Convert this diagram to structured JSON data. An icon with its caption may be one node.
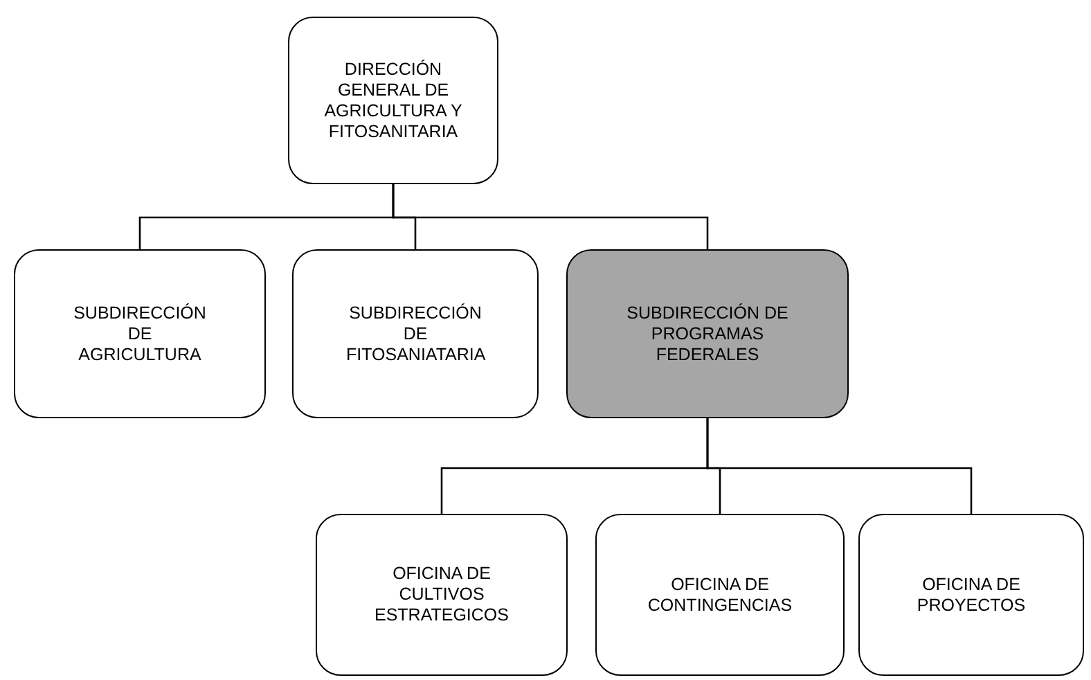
{
  "diagram": {
    "nodes": [
      {
        "text": [
          "DIRECCIÓN GENERAL DE AGRICULTURA Y FITOSANITARIA"
        ]
      },
      {
        "text": [
          "SUBDIRECCIÓN DE AGRICULTURA"
        ]
      },
      {
        "text": [
          "SUBDIRECCIÓN DE FITOSANIATARIA"
        ]
      },
      {
        "text": [
          "SUBDIRECCIÓN DE PROGRAMAS FEDERALES"
        ]
      },
      {
        "text": [
          "OFICINA DE CULTIVOS ESTRATEGICOS"
        ]
      },
      {
        "text": [
          "OFICINA DE CONTINGENCIAS"
        ]
      },
      {
        "text": [
          "OFICINA DE PROYECTOS"
        ]
      }
    ],
    "edges": [
      {
        "from": 0,
        "to": 1,
        "arrow": "none"
      },
      {
        "from": 0,
        "to": 2,
        "arrow": "none"
      },
      {
        "from": 0,
        "to": 3,
        "arrow": "none"
      },
      {
        "from": 3,
        "to": 4,
        "arrow": "none"
      },
      {
        "from": 3,
        "to": 5,
        "arrow": "none"
      },
      {
        "from": 3,
        "to": 6,
        "arrow": "none"
      }
    ]
  }
}
